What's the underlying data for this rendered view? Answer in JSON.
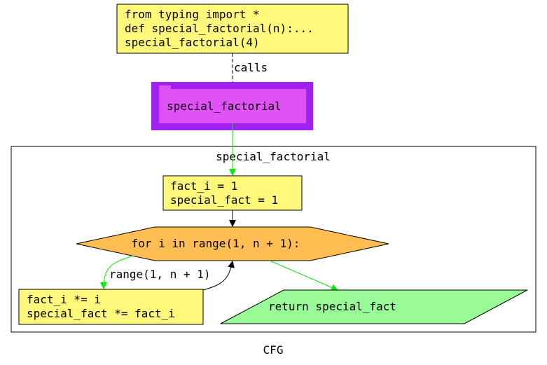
{
  "caption": "CFG",
  "colors": {
    "code_box_fill": "#fff87a",
    "function_node_fill": "#e052f7",
    "function_node_border": "#a020f0",
    "loop_fill": "#ffbd52",
    "return_fill": "#98fb98",
    "true_edge": "#00ee00",
    "default_edge": "#000000"
  },
  "entry": {
    "lines": [
      "from typing import *",
      "def special_factorial(n):...",
      "special_factorial(4)"
    ]
  },
  "calls_label": "calls",
  "function_node": {
    "label": "special_factorial"
  },
  "cluster": {
    "title": "special_factorial"
  },
  "init_block": {
    "lines": [
      "fact_i = 1",
      "special_fact = 1"
    ]
  },
  "loop_node": {
    "label": "for i in range(1, n + 1):",
    "icon": "hexagon"
  },
  "loop_edge_label": "range(1, n + 1)",
  "body_block": {
    "lines": [
      "fact_i *= i",
      "special_fact *= fact_i"
    ]
  },
  "return_node": {
    "label": "return special_fact",
    "icon": "parallelogram"
  }
}
